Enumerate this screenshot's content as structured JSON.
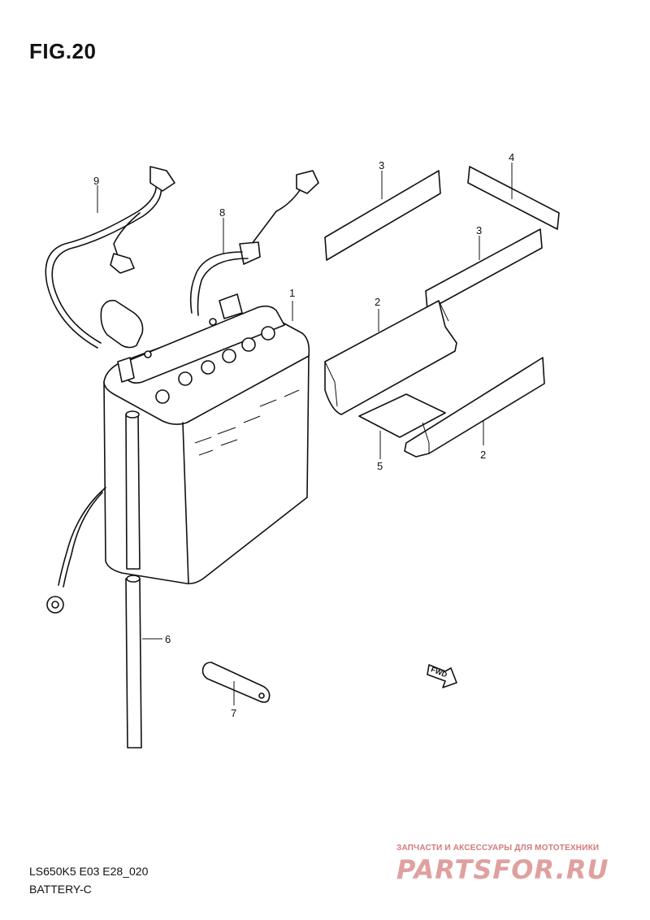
{
  "figure": {
    "title": "FIG.20"
  },
  "callouts": [
    {
      "id": "callout-1",
      "label": "1"
    },
    {
      "id": "callout-2a",
      "label": "2"
    },
    {
      "id": "callout-2b",
      "label": "2"
    },
    {
      "id": "callout-3a",
      "label": "3"
    },
    {
      "id": "callout-3b",
      "label": "3"
    },
    {
      "id": "callout-4",
      "label": "4"
    },
    {
      "id": "callout-5",
      "label": "5"
    },
    {
      "id": "callout-6",
      "label": "6"
    },
    {
      "id": "callout-7",
      "label": "7"
    },
    {
      "id": "callout-8",
      "label": "8"
    },
    {
      "id": "callout-9",
      "label": "9"
    }
  ],
  "fwd_marker": {
    "text": "FWD"
  },
  "footer": {
    "model_code": "LS650K5 E03 E28_020",
    "section_name": "BATTERY-C"
  },
  "watermark": {
    "tagline": "ЗАПЧАСТИ И АКСЕССУАРЫ ДЛЯ МОТОТЕХНИКИ",
    "brand": "PARTSFOR.RU",
    "color": "#e0a0a0"
  }
}
